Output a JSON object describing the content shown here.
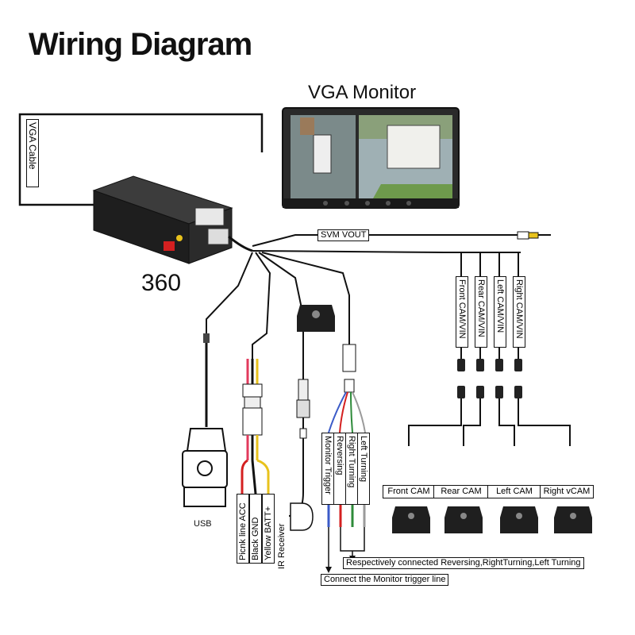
{
  "title": "Wiring Diagram",
  "monitor": {
    "title": "VGA Monitor"
  },
  "dvr": {
    "label": "360"
  },
  "vga_cable": "VGA Cable",
  "svm_vout": "SVM VOUT",
  "cam_inputs": [
    "Front CAM/VIN",
    "Rear CAM/VIN",
    "Left CAM/VIN",
    "Right CAM/VIN"
  ],
  "usb": "USB",
  "power_wires": [
    "Picnk line ACC",
    "Black GND",
    "Yellow BATT+"
  ],
  "ir_receiver": "IR Receiver",
  "trigger_wires": [
    "Monitor Trigger",
    "Reversing",
    "Right Turning",
    "Left Turning"
  ],
  "cameras": [
    "Front CAM",
    "Rear CAM",
    "Left CAM",
    "Right vCAM"
  ],
  "notes": {
    "turning": "Respectively connected Reversing,RightTurning,Left  Turning",
    "monitor_trigger": "Connect the Monitor trigger line"
  },
  "colors": {
    "pink": "#e23a5c",
    "red": "#d42020",
    "yellow": "#e8c21c",
    "green": "#2e8b3a",
    "blue": "#3b5bc8",
    "gray": "#9a9a9a"
  }
}
